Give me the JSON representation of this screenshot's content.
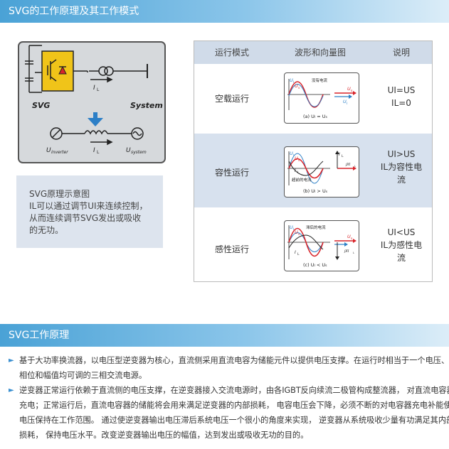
{
  "section1_title": "SVG的工作原理及其工作模式",
  "section2_title": "SVG工作原理",
  "diagram": {
    "label_svg": "SVG",
    "label_system": "System",
    "label_il": "I",
    "label_il_sub": "L",
    "label_u_inverter": "U",
    "label_u_inverter_sub": "inverter",
    "label_u_system": "U",
    "label_u_system_sub": "system",
    "inverter_color": "#f0c419",
    "arrow_color": "#2c7fc7"
  },
  "caption": {
    "lines": [
      "SVG原理示意图",
      "IL可以通过调节UI来连续控制，",
      "从而连续调节SVG发出或吸收",
      "的无功。"
    ]
  },
  "table": {
    "headers": [
      "运行模式",
      "波形和向量图",
      "说明"
    ],
    "rows": [
      {
        "mode": "空载运行",
        "desc": [
          "UI=US",
          "IL=0"
        ],
        "wave_title": "没有电流",
        "wave_caption": "(a)  U",
        "wave_caption2": "I",
        "wave_caption3": " = U",
        "wave_caption4": "s"
      },
      {
        "mode": "容性运行",
        "desc": [
          "UI>US",
          "IL为容性电",
          "流"
        ],
        "wave_title": "超前的电流",
        "wave_caption": "(b)  U",
        "wave_caption2": "I",
        "wave_caption3": " > U",
        "wave_caption4": "s"
      },
      {
        "mode": "感性运行",
        "desc": [
          "UI<US",
          "IL为感性电",
          "流"
        ],
        "wave_title": "滞后的电流",
        "wave_caption": "(c)  U",
        "wave_caption2": "I",
        "wave_caption3": " < U",
        "wave_caption4": "s"
      }
    ],
    "wave_labels": {
      "ui": "U",
      "ui_sub": "I",
      "us": "U",
      "us_sub": "s",
      "il": "I",
      "il_sub": "L",
      "jxil": "jXI",
      "jxil_sub": "L"
    }
  },
  "bullets": [
    [
      "基于大功率换流器，以电压型逆变器为核心，直流侧采用直流电容为储能元件以提供电压支撑。在运行时相当于一个电压、",
      "相位和幅值均可调的三相交流电源。"
    ],
    [
      "逆变器正常运行依赖于直流侧的电压支撑，在逆变器接入交流电源时，由各IGBT反向续流二极管构成整流器， 对直流电容器",
      "充电；正常运行后，直流电容器的储能将会用来满足逆变器的内部损耗，  电容电压会下降，必须不断的对电容器充电补能使",
      "电压保持在工作范围。 通过使逆变器输出电压滞后系统电压一个很小的角度来实现， 逆变器从系统吸收少量有功满足其内部",
      "损耗， 保持电压水平。改变逆变器输出电压的幅值，达到发出或吸收无功的目的。"
    ]
  ],
  "colors": {
    "accent": "#4aa2d6",
    "red_wave": "#d8242a",
    "blue_wave": "#2c7fc7",
    "table_header": "#d0dbe9"
  }
}
